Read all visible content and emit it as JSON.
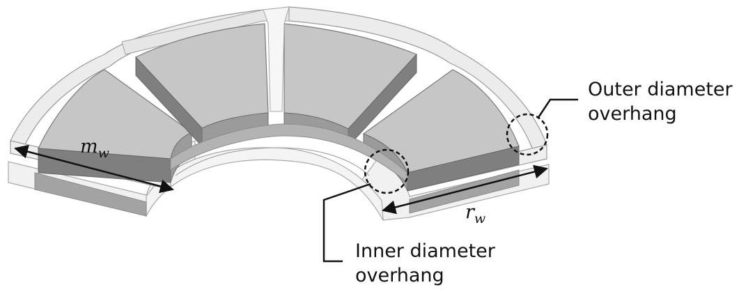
{
  "labels": {
    "outer_line1": "Outer diameter",
    "outer_line2": "overhang",
    "inner_line1": "Inner diameter",
    "inner_line2": "overhang"
  },
  "dimensions": {
    "m_base": "m",
    "m_sub": "w",
    "r_base": "r",
    "r_sub": "w"
  },
  "colors": {
    "housing_light": "#ececec",
    "housing_edge": "#9a9a9a",
    "magnet_top": "#c6c6c6",
    "magnet_side": "#7f7f7f",
    "magnet_inner": "#999999",
    "ring_inner": "#b3b3b3",
    "leader": "#111111"
  }
}
